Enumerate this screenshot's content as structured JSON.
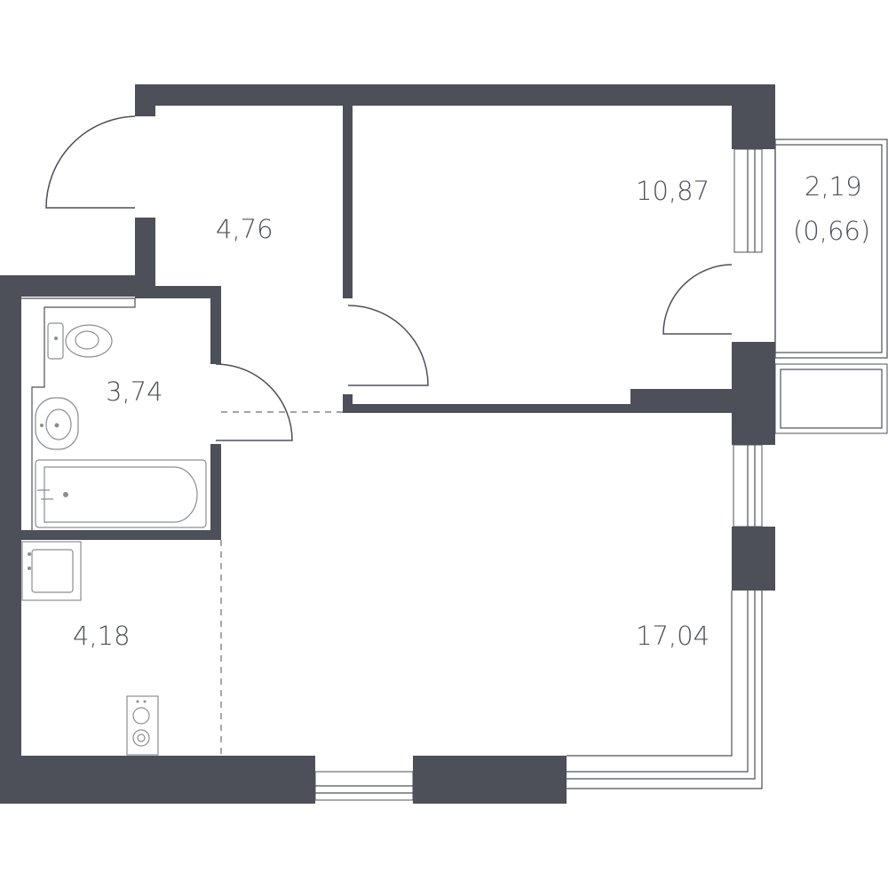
{
  "rooms": {
    "hallway": {
      "area": "4,76"
    },
    "bedroom": {
      "area": "10,87"
    },
    "balcony": {
      "area": "2,19",
      "area_reduced": "(0,66)"
    },
    "bathroom": {
      "area": "3,74"
    },
    "kitchen": {
      "area": "4,18"
    },
    "living": {
      "area": "17,04"
    }
  },
  "colors": {
    "wall": "#4d5059",
    "background": "#ffffff"
  }
}
